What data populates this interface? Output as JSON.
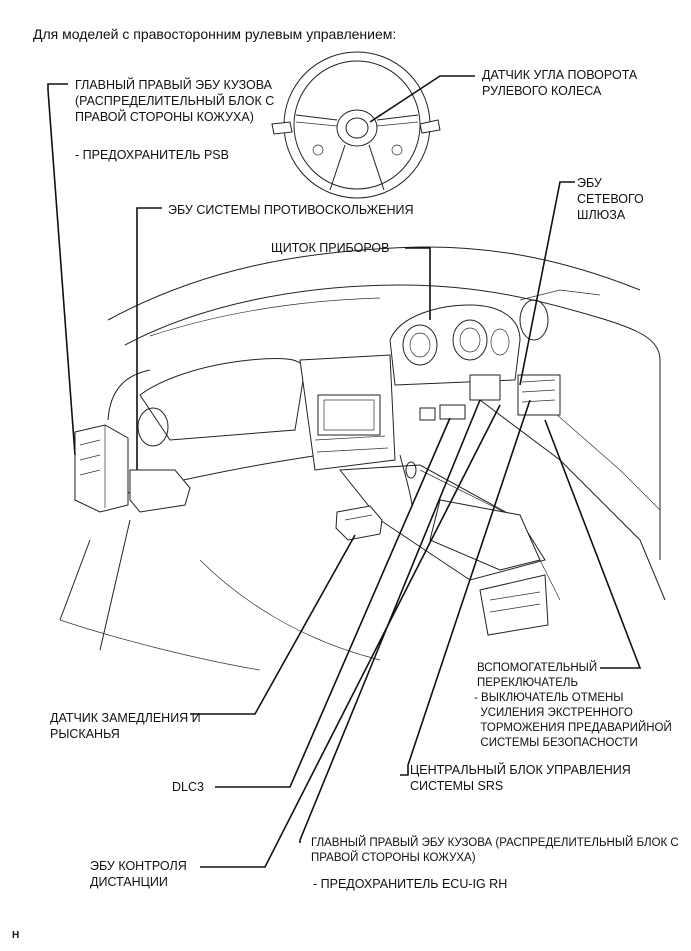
{
  "header": "Для моделей с правосторонним рулевым управлением:",
  "labels": {
    "main_body_ecu_top": "ГЛАВНЫЙ ПРАВЫЙ ЭБУ КУЗОВА\n(РАСПРЕДЕЛИТЕЛЬНЫЙ БЛОК С\nПРАВОЙ СТОРОНЫ КОЖУХА)",
    "psb_fuse": "- ПРЕДОХРАНИТЕЛЬ PSB",
    "steering_sensor": "ДАТЧИК УГЛА ПОВОРОТА\nРУЛЕВОГО КОЛЕСА",
    "gateway_ecu": "ЭБУ\nСЕТЕВОГО\nШЛЮЗА",
    "skid_control_ecu": "ЭБУ СИСТЕМЫ ПРОТИВОСКОЛЬЖЕНИЯ",
    "combination_meter": "ЩИТОК ПРИБОРОВ",
    "spare_switch": "ВСПОМОГАТЕЛЬНЫЙ\nПЕРЕКЛЮЧАТЕЛЬ",
    "pcs_switch": "- ВЫКЛЮЧАТЕЛЬ ОТМЕНЫ\n  УСИЛЕНИЯ ЭКСТРЕННОГО\n  ТОРМОЖЕНИЯ ПРЕДАВАРИЙНОЙ\n  СИСТЕМЫ БЕЗОПАСНОСТИ",
    "yaw_sensor": "ДАТЧИК ЗАМЕДЛЕНИЯ И\nРЫСКАНЬЯ",
    "srs_center": "ЦЕНТРАЛЬНЫЙ БЛОК УПРАВЛЕНИЯ\nСИСТЕМЫ SRS",
    "dlc3": "DLC3",
    "main_body_ecu_bottom": "ГЛАВНЫЙ ПРАВЫЙ ЭБУ КУЗОВА (РАСПРЕДЕЛИТЕЛЬНЫЙ БЛОК С\nПРАВОЙ СТОРОНЫ КОЖУХА)",
    "distance_ecu": "ЭБУ КОНТРОЛЯ\nДИСТАНЦИИ",
    "ecu_ig_fuse": "- ПРЕДОХРАНИТЕЛЬ ECU-IG RH"
  },
  "footer_code": "H"
}
